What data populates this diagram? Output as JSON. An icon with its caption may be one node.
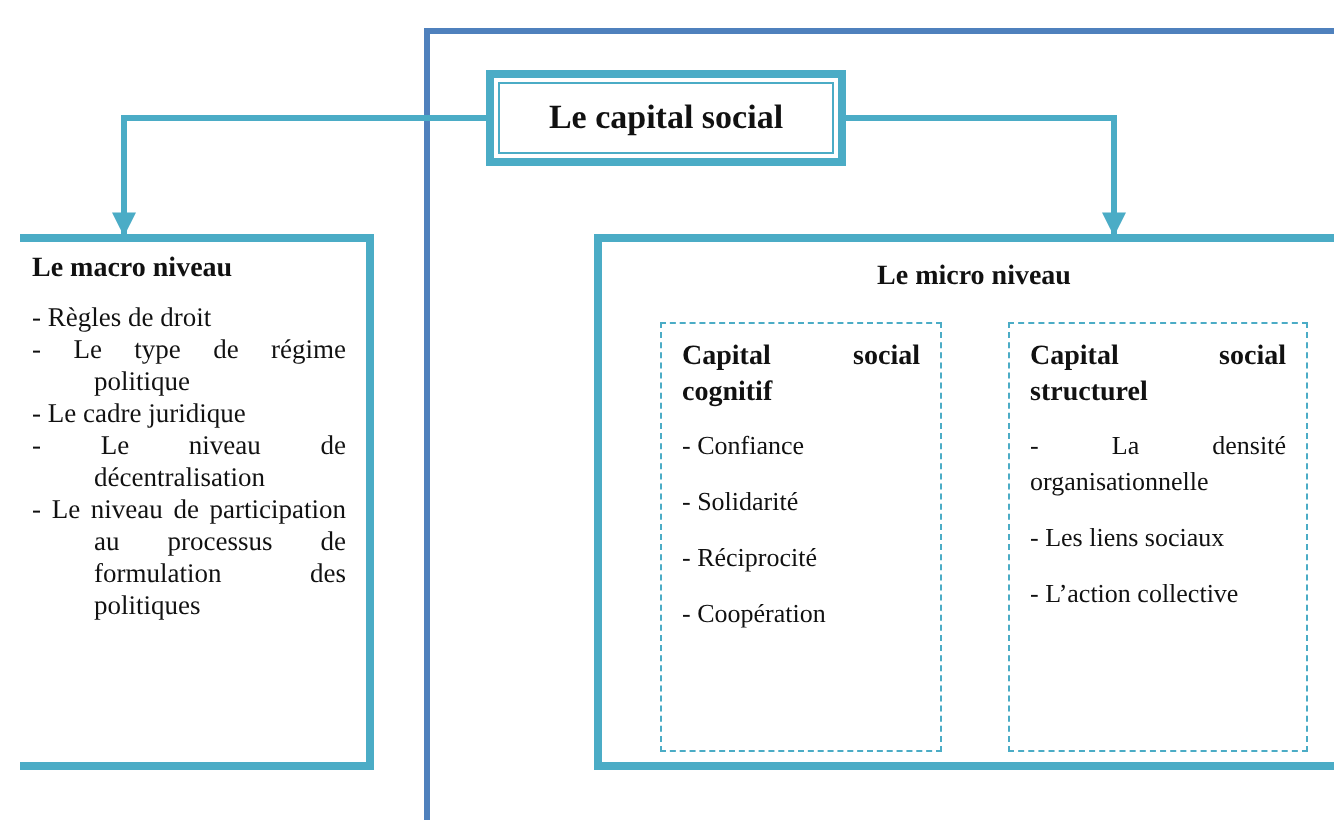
{
  "diagram": {
    "nodes": [
      {
        "text": [
          "Le capital social"
        ]
      },
      {
        "text": [
          "Le macro niveau",
          "- Règles de droit",
          "- Le type de régime politique",
          "- Le cadre juridique",
          "- Le niveau de décentralisation",
          "- Le niveau de participation au processus de formulation des politiques"
        ]
      },
      {
        "text": [
          "Le micro niveau"
        ]
      },
      {
        "text": [
          "Capital social cognitif",
          "- Confiance",
          "- Solidarité",
          "- Réciprocité",
          "- Coopération"
        ],
        "in": 2
      },
      {
        "text": [
          "Capital social structurel",
          "- La densité organisationnelle",
          "- Les liens sociaux",
          "- L’action collective"
        ],
        "in": 2
      }
    ],
    "edges": [
      {
        "from": 0,
        "to": 1,
        "arrow": "to"
      },
      {
        "from": 0,
        "to": 2,
        "arrow": "to"
      }
    ]
  }
}
